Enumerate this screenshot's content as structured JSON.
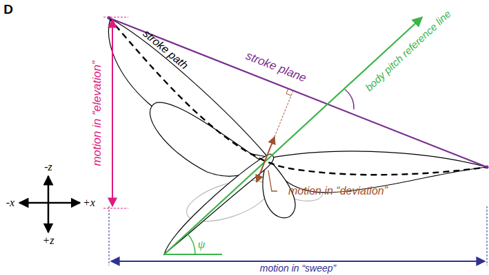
{
  "diagram": {
    "labels": [
      "D",
      "motion in “elevation”",
      "stroke plane",
      "stroke path",
      "body pitch reference line",
      "motion in “deviation”",
      "-z",
      "-x",
      "+x",
      "+z",
      "ψ",
      "motion in “sweep”"
    ]
  }
}
